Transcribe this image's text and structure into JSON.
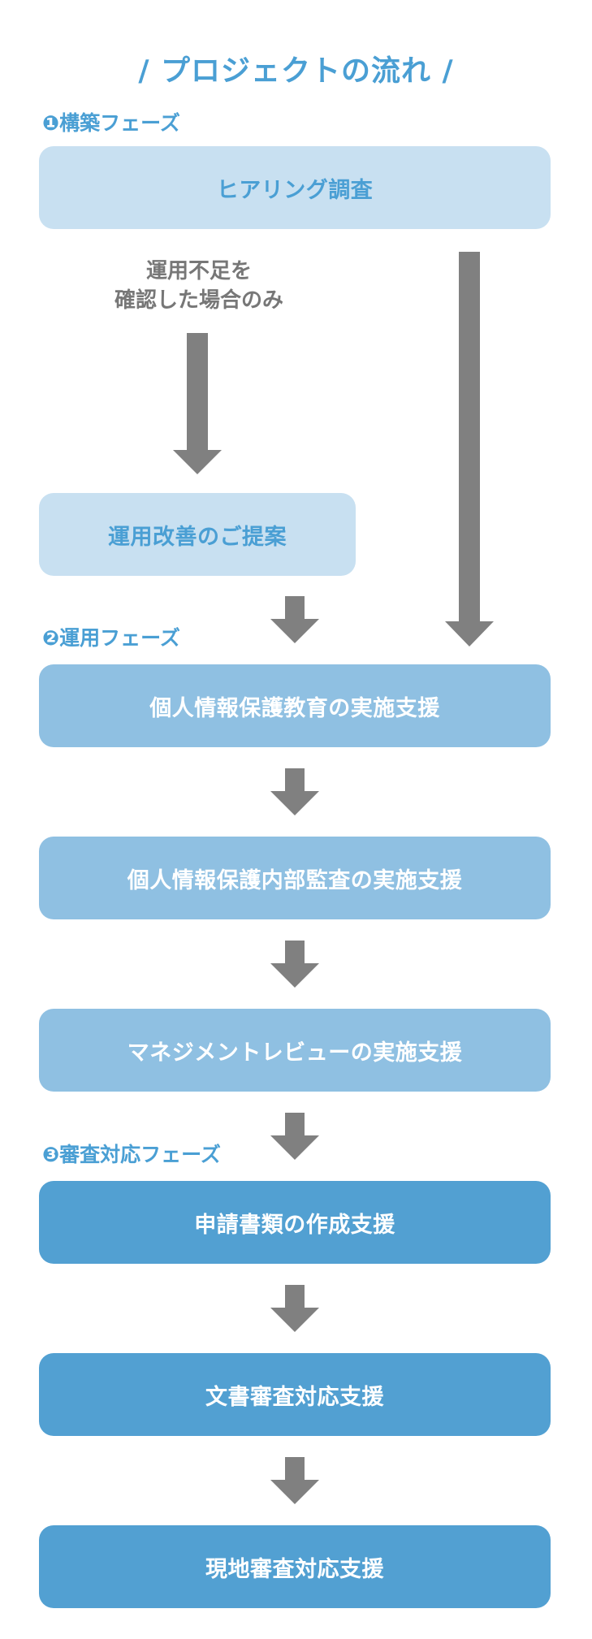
{
  "title": "/ プロジェクトの流れ /",
  "phases": {
    "build": "❶構築フェーズ",
    "operate": "❷運用フェーズ",
    "review": "❸審査対応フェーズ"
  },
  "steps": {
    "hearing": "ヒアリング調査",
    "improvement_proposal": "運用改善のご提案",
    "education_support": "個人情報保護教育の実施支援",
    "internal_audit_support": "個人情報保護内部監査の実施支援",
    "management_review_support": "マネジメントレビューの実施支援",
    "application_support": "申請書類の作成支援",
    "document_review_support": "文書審査対応支援",
    "onsite_review_support": "現地審査対応支援"
  },
  "branch_note": {
    "line1": "運用不足を",
    "line2": "確認した場合のみ"
  },
  "colors": {
    "accent": "#4a9fd4",
    "box_light": "#c8e0f1",
    "box_mid": "#8fc0e2",
    "box_dark": "#52a0d2",
    "arrow": "#808080",
    "note_text": "#777777"
  }
}
